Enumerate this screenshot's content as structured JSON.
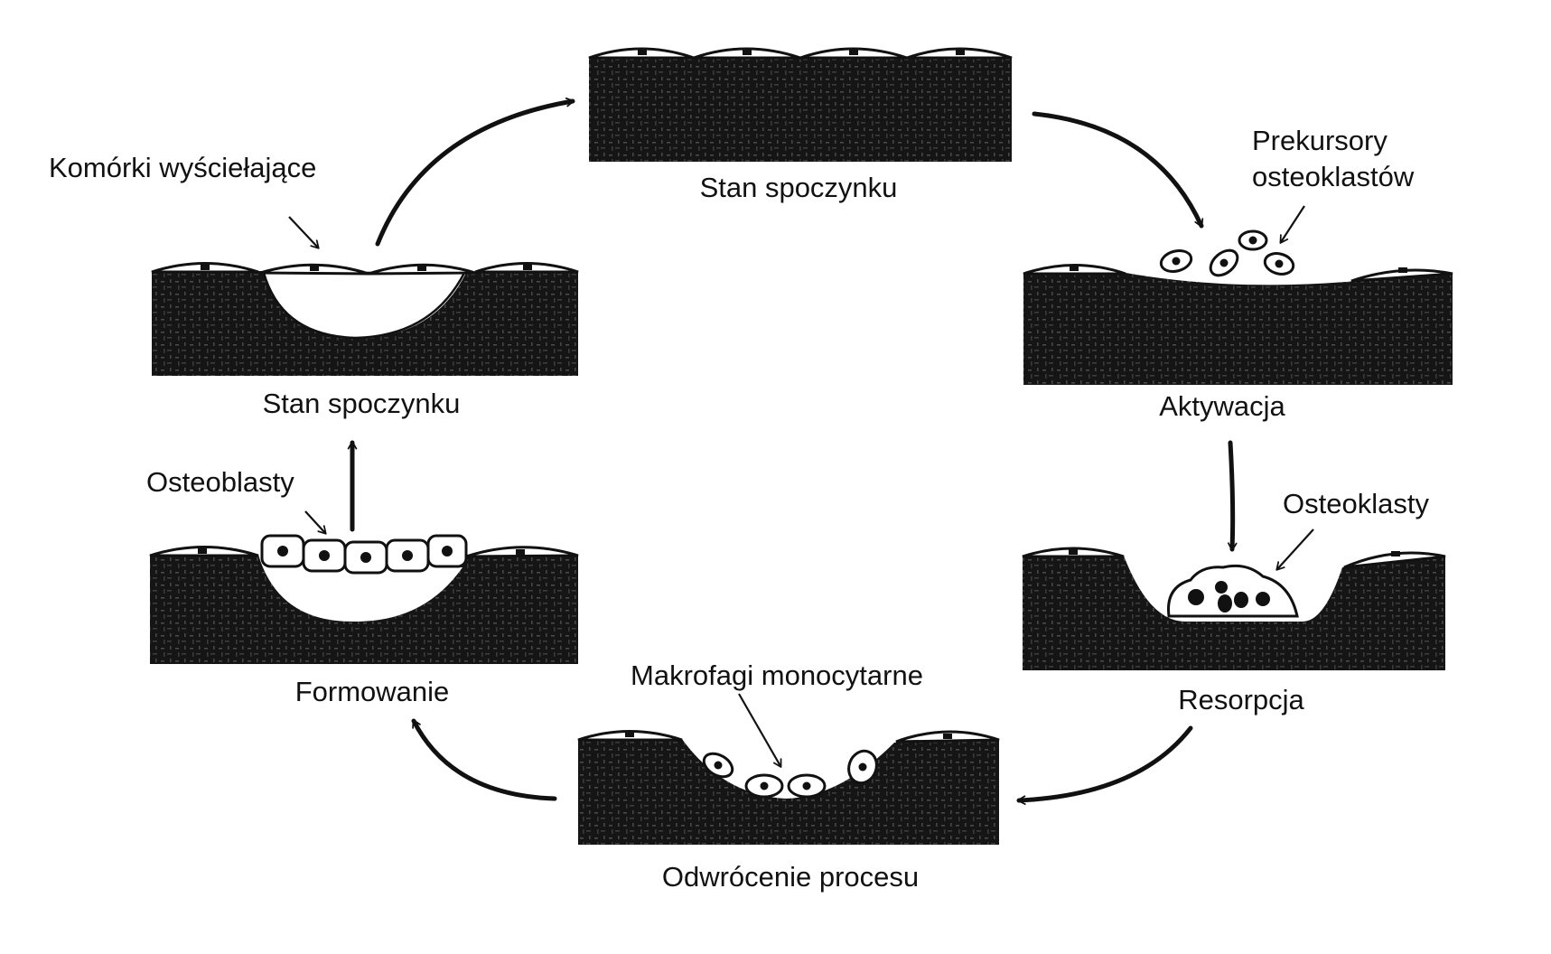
{
  "stages": {
    "rest_top": "Stan spoczynku",
    "activation": "Aktywacja",
    "resorption": "Resorpcja",
    "reversal": "Odwrócenie procesu",
    "formation": "Formowanie",
    "rest_left": "Stan spoczynku"
  },
  "cells": {
    "lining": "Komórki wyściełające",
    "precursors_line1": "Prekursory",
    "precursors_line2": "osteoklastów",
    "osteoclasts": "Osteoklasty",
    "macrophages": "Makrofagi monocytarne",
    "osteoblasts": "Osteoblasty"
  },
  "colors": {
    "bone": "#141414",
    "ink": "#111111",
    "paper": "#ffffff"
  }
}
